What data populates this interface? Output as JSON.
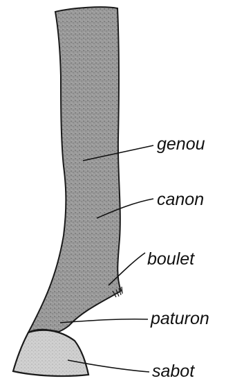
{
  "diagram": {
    "labels": {
      "genou": "genou",
      "canon": "canon",
      "boulet": "boulet",
      "paturon": "paturon",
      "sabot": "sabot"
    }
  },
  "colors": {
    "background": "#ffffff",
    "ink": "#111111",
    "leg_fill": "#9a9a9a",
    "hoof_fill": "#d2d2d2"
  }
}
